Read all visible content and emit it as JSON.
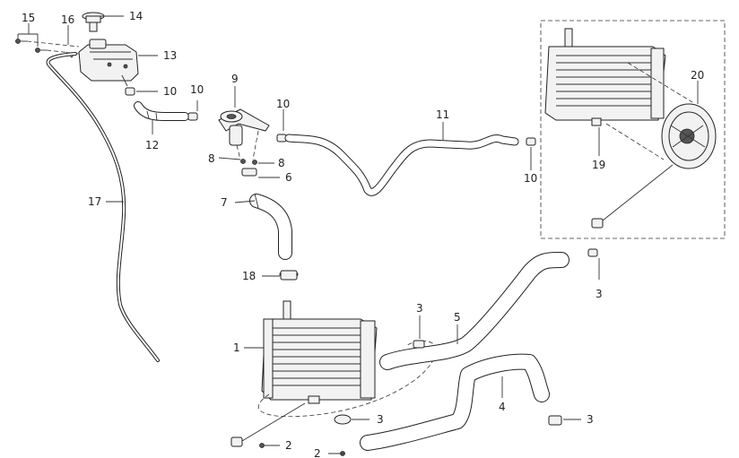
{
  "callouts": [
    {
      "id": "15",
      "text": "15"
    },
    {
      "id": "16",
      "text": "16"
    },
    {
      "id": "14",
      "text": "14"
    },
    {
      "id": "13",
      "text": "13"
    },
    {
      "id": "10a",
      "text": "10"
    },
    {
      "id": "12",
      "text": "12"
    },
    {
      "id": "17",
      "text": "17"
    },
    {
      "id": "9",
      "text": "9"
    },
    {
      "id": "10b",
      "text": "10"
    },
    {
      "id": "10c",
      "text": "10"
    },
    {
      "id": "8a",
      "text": "8"
    },
    {
      "id": "8b",
      "text": "8"
    },
    {
      "id": "6",
      "text": "6"
    },
    {
      "id": "7",
      "text": "7"
    },
    {
      "id": "11",
      "text": "11"
    },
    {
      "id": "10d",
      "text": "10"
    },
    {
      "id": "20",
      "text": "20"
    },
    {
      "id": "19",
      "text": "19"
    },
    {
      "id": "18",
      "text": "18"
    },
    {
      "id": "3a",
      "text": "3"
    },
    {
      "id": "3b",
      "text": "3"
    },
    {
      "id": "5",
      "text": "5"
    },
    {
      "id": "1",
      "text": "1"
    },
    {
      "id": "4",
      "text": "4"
    },
    {
      "id": "3c",
      "text": "3"
    },
    {
      "id": "3d",
      "text": "3"
    },
    {
      "id": "2a",
      "text": "2"
    },
    {
      "id": "2b",
      "text": "2"
    }
  ]
}
